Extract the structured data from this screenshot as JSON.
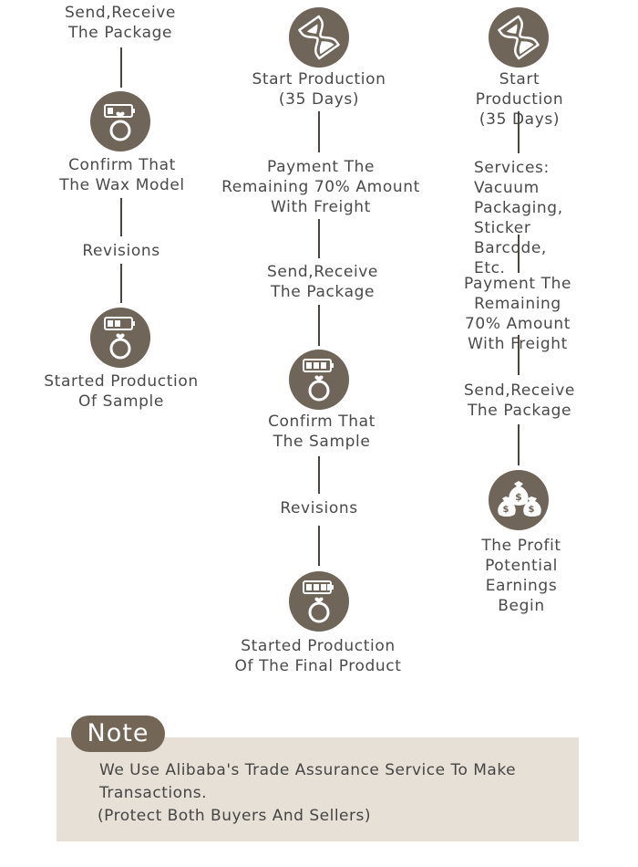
{
  "col1": {
    "send_receive": "Send,Receive\nThe Package",
    "confirm_wax": "Confirm That\nThe Wax Model",
    "revisions": "Revisions",
    "started_sample": "Started Production\nOf Sample"
  },
  "col2": {
    "start_production": "Start Production\n(35 Days)",
    "payment": "Payment The\nRemaining 70% Amount\nWith Freight",
    "send_receive": "Send,Receive\nThe Package",
    "confirm_sample": "Confirm That\nThe Sample",
    "revisions": "Revisions",
    "started_final": "Started Production\nOf The Final Product"
  },
  "col3": {
    "start_production": "Start Production\n(35 Days)",
    "services": "Services:\nVacuum Packaging,\nSticker Barcode,\nEtc.",
    "payment": "Payment The\nRemaining 70% Amount\nWith Freight",
    "send_receive": "Send,Receive\nThe Package",
    "profit": "The Profit Potential\nEarnings Begin"
  },
  "note": {
    "label": "Note",
    "line1": "We Use Alibaba's Trade Assurance Service To Make\nTransactions.",
    "line2": "(Protect Both Buyers And Sellers)"
  },
  "icons": {
    "background": "#6f6558",
    "names": [
      "hourglass-icon",
      "ring-battery-icon",
      "money-bags-icon"
    ]
  }
}
